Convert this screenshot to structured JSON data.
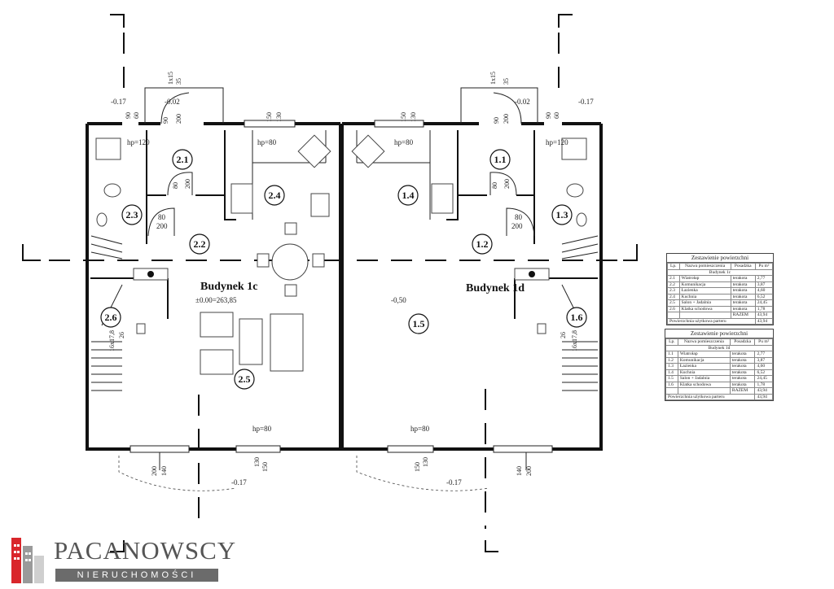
{
  "plan": {
    "buildings": [
      {
        "label": "Budynek 1c",
        "level_mark": "±0.00=263,85",
        "rooms": [
          "2.1",
          "2.2",
          "2.3",
          "2.4",
          "2.5",
          "2.6"
        ],
        "annotations": {
          "hp_top_left": "hp=120",
          "hp_top_mid": "hp=80",
          "hp_bottom": "hp=80",
          "window_bottom_a": "150",
          "window_bottom_b": "130",
          "window_top_a": "150",
          "window_top_b": "130",
          "door_bottom_a": "200",
          "door_bottom_b": "140",
          "door_2_1_a": "80",
          "door_2_1_b": "200",
          "door_2_3_a": "80",
          "door_2_3_b": "200",
          "entry_a": "200",
          "entry_b": "90",
          "entry_c": "90",
          "entry_d": "60",
          "step_a": "1x15",
          "step_b": "35",
          "stairs_a": "16x17,8",
          "stairs_b": "26",
          "level_top_1": "-0.17",
          "level_top_2": "-0.02",
          "level_bottom": "-0.17"
        }
      },
      {
        "label": "Budynek 1d",
        "level_mark": "-0,50",
        "rooms": [
          "1.1",
          "1.2",
          "1.3",
          "1.4",
          "1.5",
          "1.6"
        ],
        "annotations": {
          "hp_top_right": "hp=120",
          "hp_top_mid": "hp=80",
          "hp_bottom": "hp=80",
          "window_bottom_a": "150",
          "window_bottom_b": "130",
          "window_top_a": "150",
          "window_top_b": "130",
          "door_bottom_a": "140",
          "door_bottom_b": "200",
          "door_1_1_a": "80",
          "door_1_1_b": "200",
          "door_1_3_a": "80",
          "door_1_3_b": "200",
          "entry_a": "90",
          "entry_b": "200",
          "entry_c": "90",
          "entry_d": "60",
          "step_a": "1x15",
          "step_b": "35",
          "stairs_a": "16x17,8",
          "stairs_b": "26",
          "level_top_1": "-0.02",
          "level_top_2": "-0.17",
          "level_bottom": "-0.17"
        }
      }
    ]
  },
  "tables": [
    {
      "title": "Zestawienie powierzchni",
      "headers": [
        "Lp.",
        "Nazwa pomieszczenia",
        "Posadzka",
        "Pu m²"
      ],
      "group": "Budynek 1c",
      "rows": [
        [
          "2.1",
          "Wiatrołap",
          "terakota",
          "2,77"
        ],
        [
          "2.2",
          "Komunikacja",
          "terakota",
          "3,87"
        ],
        [
          "2.3",
          "Łazienka",
          "terakota",
          "4,60"
        ],
        [
          "2.4",
          "Kuchnia",
          "terakota",
          "6,52"
        ],
        [
          "2.5",
          "Salon + Jadalnia",
          "terakota",
          "24,45"
        ],
        [
          "2.6",
          "Klatka schodowa",
          "terakota",
          "1,78"
        ]
      ],
      "total_label": "RAZEM",
      "total": "43,94",
      "footer_label": "Powierzchnia użytkowa parteru",
      "footer_value": "43,94"
    },
    {
      "title": "Zestawienie powierzchni",
      "headers": [
        "Lp.",
        "Nazwa pomieszczenia",
        "Posadzka",
        "Pu m²"
      ],
      "group": "Budynek 1d",
      "rows": [
        [
          "1.1",
          "Wiatrołap",
          "terakota",
          "2,77"
        ],
        [
          "1.2",
          "Komunikacja",
          "terakota",
          "3,87"
        ],
        [
          "1.3",
          "Łazienka",
          "terakota",
          "4,60"
        ],
        [
          "1.4",
          "Kuchnia",
          "terakota",
          "6,52"
        ],
        [
          "1.5",
          "Salon + Jadalnia",
          "terakota",
          "24,45"
        ],
        [
          "1.6",
          "Klatka schodowa",
          "terakota",
          "1,78"
        ]
      ],
      "total_label": "RAZEM",
      "total": "43,94",
      "footer_label": "Powierzchnia użytkowa parteru",
      "footer_value": "43,94"
    }
  ],
  "logo": {
    "name": "PACANOWSCY",
    "subtitle": "NIERUCHOMOŚCI",
    "mark_color": "#d9262b",
    "text_color": "#555555"
  }
}
